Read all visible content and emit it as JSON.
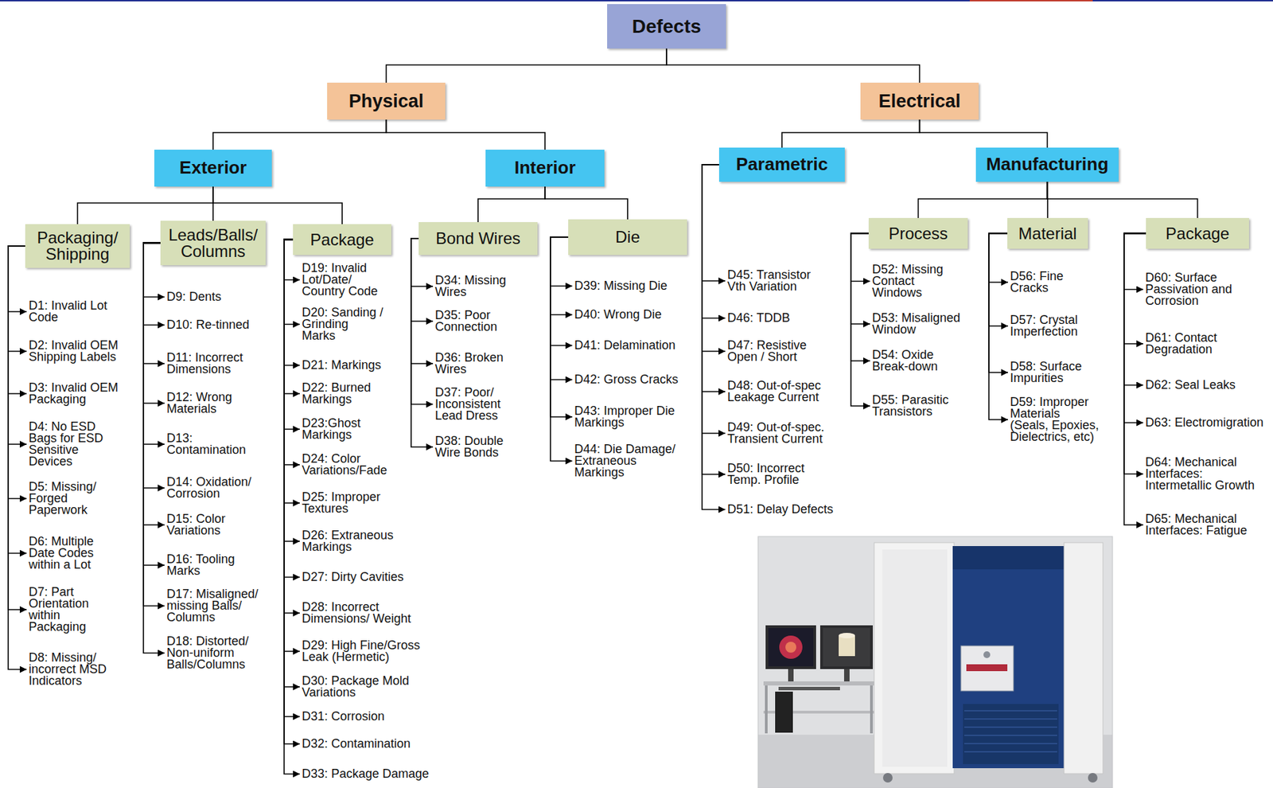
{
  "diagram": {
    "nodes": [
      {
        "text": [
          "Defects"
        ]
      },
      {
        "text": [
          "Physical"
        ]
      },
      {
        "text": [
          "Electrical"
        ]
      },
      {
        "text": [
          "Exterior"
        ]
      },
      {
        "text": [
          "Interior"
        ]
      },
      {
        "text": [
          "Parametric"
        ]
      },
      {
        "text": [
          "Manufacturing"
        ]
      },
      {
        "text": [
          "Packaging/ Shipping"
        ]
      },
      {
        "text": [
          "Leads/Balls/ Columns"
        ]
      },
      {
        "text": [
          "Package"
        ]
      },
      {
        "text": [
          "Bond Wires"
        ]
      },
      {
        "text": [
          "Die"
        ]
      },
      {
        "text": [
          "Process"
        ]
      },
      {
        "text": [
          "Material"
        ]
      },
      {
        "text": [
          "Package"
        ]
      },
      {
        "text": [
          "D1: Invalid Lot Code"
        ]
      },
      {
        "text": [
          "D2: Invalid OEM Shipping Labels"
        ]
      },
      {
        "text": [
          "D3: Invalid OEM Packaging"
        ]
      },
      {
        "text": [
          "D4: No ESD Bags for ESD Sensitive Devices"
        ]
      },
      {
        "text": [
          "D5: Missing/ Forged Paperwork"
        ]
      },
      {
        "text": [
          "D6: Multiple Date Codes within a Lot"
        ]
      },
      {
        "text": [
          "D7: Part Orientation within Packaging"
        ]
      },
      {
        "text": [
          "D8: Missing/ incorrect MSD Indicators"
        ]
      },
      {
        "text": [
          "D9: Dents"
        ]
      },
      {
        "text": [
          "D10: Re-tinned"
        ]
      },
      {
        "text": [
          "D11: Incorrect Dimensions"
        ]
      },
      {
        "text": [
          "D12: Wrong Materials"
        ]
      },
      {
        "text": [
          "D13: Contamination"
        ]
      },
      {
        "text": [
          "D14: Oxidation/ Corrosion"
        ]
      },
      {
        "text": [
          "D15: Color Variations"
        ]
      },
      {
        "text": [
          "D16: Tooling Marks"
        ]
      },
      {
        "text": [
          "D17: Misaligned/ missing Balls/ Columns"
        ]
      },
      {
        "text": [
          "D18: Distorted/ Non-uniform Balls/Columns"
        ]
      },
      {
        "text": [
          "D19: Invalid Lot/Date/ Country Code"
        ]
      },
      {
        "text": [
          "D20: Sanding / Grinding Marks"
        ]
      },
      {
        "text": [
          "D21: Markings"
        ]
      },
      {
        "text": [
          "D22: Burned Markings"
        ]
      },
      {
        "text": [
          "D23:Ghost Markings"
        ]
      },
      {
        "text": [
          "D24: Color Variations/Fade"
        ]
      },
      {
        "text": [
          "D25: Improper Textures"
        ]
      },
      {
        "text": [
          "D26: Extraneous Markings"
        ]
      },
      {
        "text": [
          "D27: Dirty Cavities"
        ]
      },
      {
        "text": [
          "D28: Incorrect Dimensions/ Weight"
        ]
      },
      {
        "text": [
          "D29: High Fine/Gross Leak (Hermetic)"
        ]
      },
      {
        "text": [
          "D30: Package Mold Variations"
        ]
      },
      {
        "text": [
          "D31: Corrosion"
        ]
      },
      {
        "text": [
          "D32: Contamination"
        ]
      },
      {
        "text": [
          "D33: Package Damage"
        ]
      },
      {
        "text": [
          "D34: Missing Wires"
        ]
      },
      {
        "text": [
          "D35: Poor Connection"
        ]
      },
      {
        "text": [
          "D36: Broken Wires"
        ]
      },
      {
        "text": [
          "D37: Poor/ Inconsistent Lead Dress"
        ]
      },
      {
        "text": [
          "D38: Double Wire Bonds"
        ]
      },
      {
        "text": [
          "D39: Missing Die"
        ]
      },
      {
        "text": [
          "D40: Wrong Die"
        ]
      },
      {
        "text": [
          "D41: Delamination"
        ]
      },
      {
        "text": [
          "D42: Gross Cracks"
        ]
      },
      {
        "text": [
          "D43: Improper Die Markings"
        ]
      },
      {
        "text": [
          "D44: Die Damage/ Extraneous Markings"
        ]
      },
      {
        "text": [
          "D45: Transistor Vth Variation"
        ]
      },
      {
        "text": [
          "D46: TDDB"
        ]
      },
      {
        "text": [
          "D47: Resistive Open / Short"
        ]
      },
      {
        "text": [
          "D48: Out-of-spec Leakage Current"
        ]
      },
      {
        "text": [
          "D49: Out-of-spec. Transient Current"
        ]
      },
      {
        "text": [
          "D50: Incorrect Temp. Profile"
        ]
      },
      {
        "text": [
          "D51: Delay Defects"
        ]
      },
      {
        "text": [
          "D52: Missing Contact Windows"
        ]
      },
      {
        "text": [
          "D53: Misaligned Window"
        ]
      },
      {
        "text": [
          "D54: Oxide Break-down"
        ]
      },
      {
        "text": [
          "D55: Parasitic Transistors"
        ]
      },
      {
        "text": [
          "D56: Fine Cracks"
        ]
      },
      {
        "text": [
          "D57: Crystal Imperfection"
        ]
      },
      {
        "text": [
          "D58: Surface Impurities"
        ]
      },
      {
        "text": [
          "D59: Improper Materials (Seals, Epoxies, Dielectrics, etc)"
        ]
      },
      {
        "text": [
          "D60: Surface Passivation and Corrosion"
        ]
      },
      {
        "text": [
          "D61: Contact Degradation"
        ]
      },
      {
        "text": [
          "D62: Seal Leaks"
        ]
      },
      {
        "text": [
          "D63: Electromigration"
        ]
      },
      {
        "text": [
          "D64: Mechanical Interfaces: Intermetallic Growth"
        ]
      },
      {
        "text": [
          "D65: Mechanical Interfaces: Fatigue"
        ]
      }
    ],
    "edges": [
      {
        "from": 0,
        "to": 1,
        "arrow": "none"
      },
      {
        "from": 0,
        "to": 2,
        "arrow": "none"
      },
      {
        "from": 1,
        "to": 3,
        "arrow": "none"
      },
      {
        "from": 1,
        "to": 4,
        "arrow": "none"
      },
      {
        "from": 2,
        "to": 5,
        "arrow": "none"
      },
      {
        "from": 2,
        "to": 6,
        "arrow": "none"
      },
      {
        "from": 3,
        "to": 7,
        "arrow": "none"
      },
      {
        "from": 3,
        "to": 8,
        "arrow": "none"
      },
      {
        "from": 3,
        "to": 9,
        "arrow": "none"
      },
      {
        "from": 4,
        "to": 10,
        "arrow": "none"
      },
      {
        "from": 4,
        "to": 11,
        "arrow": "none"
      },
      {
        "from": 6,
        "to": 12,
        "arrow": "none"
      },
      {
        "from": 6,
        "to": 13,
        "arrow": "none"
      },
      {
        "from": 6,
        "to": 14,
        "arrow": "none"
      },
      {
        "from": 7,
        "to": 15,
        "arrow": "to"
      },
      {
        "from": 7,
        "to": 16,
        "arrow": "to"
      },
      {
        "from": 7,
        "to": 17,
        "arrow": "to"
      },
      {
        "from": 7,
        "to": 18,
        "arrow": "to"
      },
      {
        "from": 7,
        "to": 19,
        "arrow": "to"
      },
      {
        "from": 7,
        "to": 20,
        "arrow": "to"
      },
      {
        "from": 7,
        "to": 21,
        "arrow": "to"
      },
      {
        "from": 7,
        "to": 22,
        "arrow": "to"
      },
      {
        "from": 8,
        "to": 23,
        "arrow": "to"
      },
      {
        "from": 8,
        "to": 24,
        "arrow": "to"
      },
      {
        "from": 8,
        "to": 25,
        "arrow": "to"
      },
      {
        "from": 8,
        "to": 26,
        "arrow": "to"
      },
      {
        "from": 8,
        "to": 27,
        "arrow": "to"
      },
      {
        "from": 8,
        "to": 28,
        "arrow": "to"
      },
      {
        "from": 8,
        "to": 29,
        "arrow": "to"
      },
      {
        "from": 8,
        "to": 30,
        "arrow": "to"
      },
      {
        "from": 8,
        "to": 31,
        "arrow": "to"
      },
      {
        "from": 8,
        "to": 32,
        "arrow": "to"
      },
      {
        "from": 9,
        "to": 33,
        "arrow": "to"
      },
      {
        "from": 9,
        "to": 34,
        "arrow": "to"
      },
      {
        "from": 9,
        "to": 35,
        "arrow": "to"
      },
      {
        "from": 9,
        "to": 36,
        "arrow": "to"
      },
      {
        "from": 9,
        "to": 37,
        "arrow": "to"
      },
      {
        "from": 9,
        "to": 38,
        "arrow": "to"
      },
      {
        "from": 9,
        "to": 39,
        "arrow": "to"
      },
      {
        "from": 9,
        "to": 40,
        "arrow": "to"
      },
      {
        "from": 9,
        "to": 41,
        "arrow": "to"
      },
      {
        "from": 9,
        "to": 42,
        "arrow": "to"
      },
      {
        "from": 9,
        "to": 43,
        "arrow": "to"
      },
      {
        "from": 9,
        "to": 44,
        "arrow": "to"
      },
      {
        "from": 9,
        "to": 45,
        "arrow": "to"
      },
      {
        "from": 9,
        "to": 46,
        "arrow": "to"
      },
      {
        "from": 9,
        "to": 47,
        "arrow": "to"
      },
      {
        "from": 10,
        "to": 48,
        "arrow": "to"
      },
      {
        "from": 10,
        "to": 49,
        "arrow": "to"
      },
      {
        "from": 10,
        "to": 50,
        "arrow": "to"
      },
      {
        "from": 10,
        "to": 51,
        "arrow": "to"
      },
      {
        "from": 10,
        "to": 52,
        "arrow": "to"
      },
      {
        "from": 11,
        "to": 53,
        "arrow": "to"
      },
      {
        "from": 11,
        "to": 54,
        "arrow": "to"
      },
      {
        "from": 11,
        "to": 55,
        "arrow": "to"
      },
      {
        "from": 11,
        "to": 56,
        "arrow": "to"
      },
      {
        "from": 11,
        "to": 57,
        "arrow": "to"
      },
      {
        "from": 11,
        "to": 58,
        "arrow": "to"
      },
      {
        "from": 5,
        "to": 59,
        "arrow": "to"
      },
      {
        "from": 5,
        "to": 60,
        "arrow": "to"
      },
      {
        "from": 5,
        "to": 61,
        "arrow": "to"
      },
      {
        "from": 5,
        "to": 62,
        "arrow": "to"
      },
      {
        "from": 5,
        "to": 63,
        "arrow": "to"
      },
      {
        "from": 5,
        "to": 64,
        "arrow": "to"
      },
      {
        "from": 5,
        "to": 65,
        "arrow": "to"
      },
      {
        "from": 12,
        "to": 66,
        "arrow": "to"
      },
      {
        "from": 12,
        "to": 67,
        "arrow": "to"
      },
      {
        "from": 12,
        "to": 68,
        "arrow": "to"
      },
      {
        "from": 12,
        "to": 69,
        "arrow": "to"
      },
      {
        "from": 13,
        "to": 70,
        "arrow": "to"
      },
      {
        "from": 13,
        "to": 71,
        "arrow": "to"
      },
      {
        "from": 13,
        "to": 72,
        "arrow": "to"
      },
      {
        "from": 13,
        "to": 73,
        "arrow": "to"
      },
      {
        "from": 14,
        "to": 74,
        "arrow": "to"
      },
      {
        "from": 14,
        "to": 75,
        "arrow": "to"
      },
      {
        "from": 14,
        "to": 76,
        "arrow": "to"
      },
      {
        "from": 14,
        "to": 77,
        "arrow": "to"
      },
      {
        "from": 14,
        "to": 78,
        "arrow": "to"
      },
      {
        "from": 14,
        "to": 79,
        "arrow": "to"
      }
    ]
  }
}
